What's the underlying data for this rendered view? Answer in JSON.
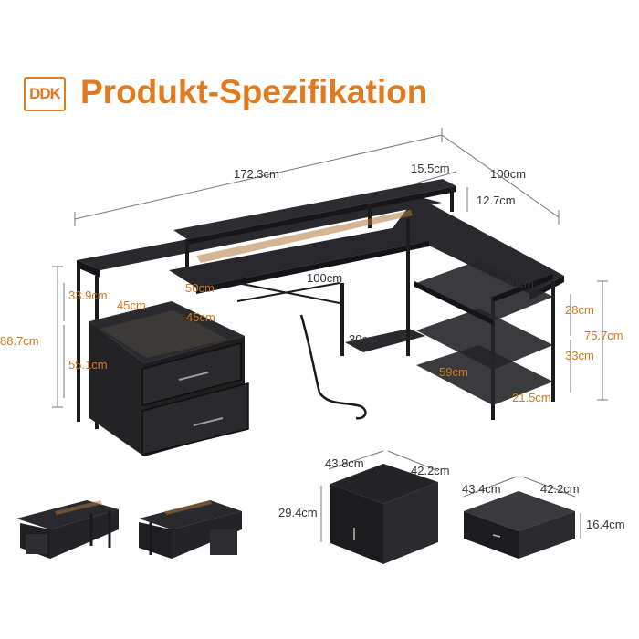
{
  "brand": {
    "logo_text": "DDK",
    "accent": "#e07b1f"
  },
  "title": "Produkt-Spezifikation",
  "dimensions": {
    "total_width": "172.3cm",
    "shelf_depth_top": "15.5cm",
    "side_length": "100cm",
    "shelf_height": "12.7cm",
    "monitor_shelf_height": "33.9cm",
    "total_height": "88.7cm",
    "cabinet_height": "55.1cm",
    "cabinet_width": "45cm",
    "cabinet_depth": "45cm",
    "keyboard_depth": "50cm",
    "desk_length": "100cm",
    "lower_shelf_depth": "30cm",
    "side_depth": "30cm",
    "shelf_upper_height": "28cm",
    "side_total_height": "75.7cm",
    "shelf_lower_height": "33cm",
    "bottom_width": "59cm",
    "bottom_depth": "21.5cm"
  },
  "drawer_large": {
    "width": "43.8cm",
    "depth": "42.2cm",
    "height": "29.4cm"
  },
  "drawer_small": {
    "width": "43.4cm",
    "depth": "42.2cm",
    "height": "16.4cm"
  },
  "colors": {
    "dark": "#1f1f22",
    "dim_line": "#555555",
    "orange_text": "#d4781c"
  }
}
